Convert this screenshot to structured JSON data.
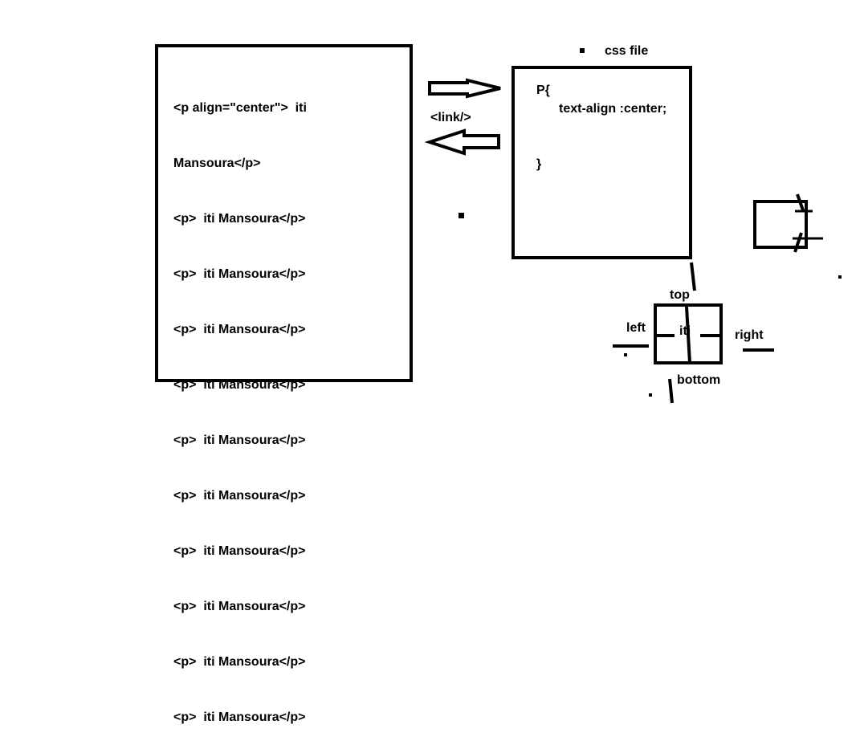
{
  "html_file": {
    "lines": [
      "<p align=\"center\">  iti",
      "Mansoura</p>",
      "<p>  iti Mansoura</p>",
      "<p>  iti Mansoura</p>",
      "<p>  iti Mansoura</p>",
      "<p>  iti Mansoura</p>",
      "<p>  iti Mansoura</p>",
      "<p>  iti Mansoura</p>",
      "<p>  iti Mansoura</p>",
      "<p>  iti Mansoura</p>",
      "<p>  iti Mansoura</p>",
      "<p>  iti Mansoura</p>"
    ]
  },
  "connector": {
    "label": "<link/>"
  },
  "css_file": {
    "label": "css file",
    "selector": "P{",
    "declaration": "text-align :center;",
    "closing": "}"
  },
  "box_model": {
    "top": "top",
    "left": "left",
    "right": "right",
    "bottom": "bottom",
    "center": "iti"
  }
}
